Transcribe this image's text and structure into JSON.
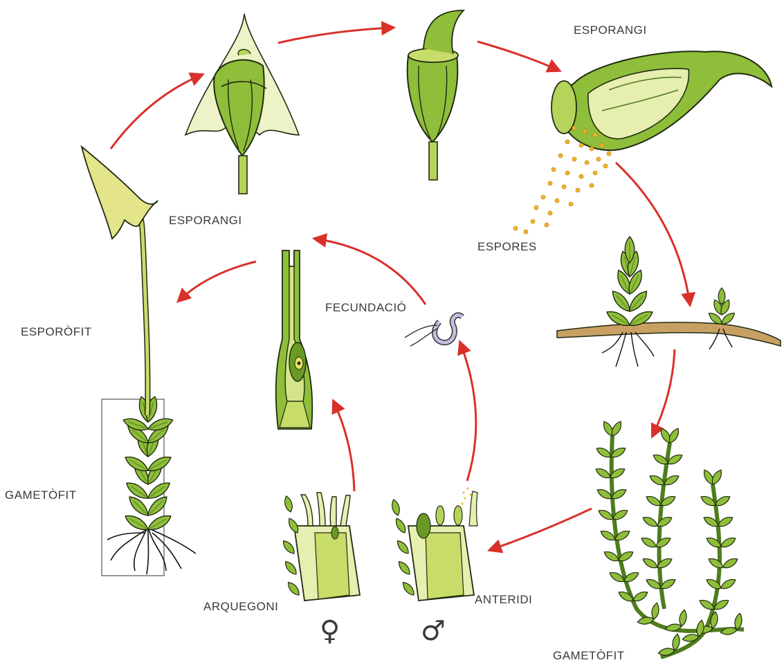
{
  "labels": {
    "sporangium_left": "ESPORANGI",
    "sporangium_right": "ESPORANGI",
    "spores": "ESPORES",
    "sporophyte": "ESPORÒFIT",
    "gametophyte_left": "GAMETÒFIT",
    "gametophyte_right": "GAMETÒFIT",
    "fertilization": "FECUNDACIÓ",
    "archegonium": "ARQUEGONI",
    "antheridium": "ANTERIDI"
  },
  "symbols": {
    "female": "♀",
    "male": "♂"
  },
  "colors": {
    "arrow": "#d9302a",
    "plant_green": "#8fbe3a",
    "plant_dark": "#4e7d1c",
    "plant_light": "#d4e48a",
    "outline": "#1f2a10",
    "spore": "#f0b429",
    "stem_brown": "#c9a064",
    "sperm": "#c7bde0"
  }
}
